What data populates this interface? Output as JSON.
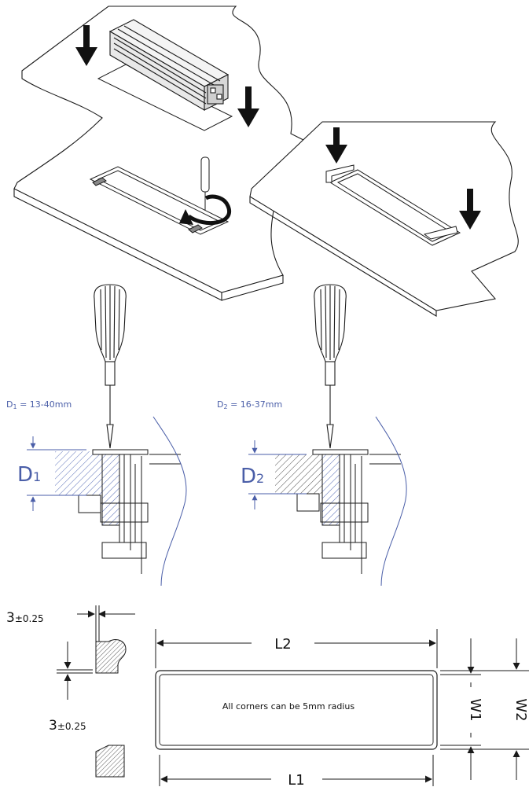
{
  "install_section": {
    "depth_left": {
      "prefix": "D",
      "sub": "1",
      "value": " = 13-40mm",
      "marker": "D",
      "marker_sub": "1"
    },
    "depth_right": {
      "prefix": "D",
      "sub": "2",
      "value": " = 16-37mm",
      "marker": "D",
      "marker_sub": "2"
    }
  },
  "dimensions": {
    "thickness_top": {
      "value": "3",
      "tolerance": "±0.25"
    },
    "thickness_bottom": {
      "value": "3",
      "tolerance": "±0.25"
    },
    "length_outer": "L2",
    "length_inner": "L1",
    "width_inner": "W1",
    "width_outer": "W2",
    "corner_note": "All corners can be 5mm radius"
  },
  "colors": {
    "line": "#1a1a1a",
    "dimension_blue": "#4a5ea8",
    "hatch_blue": "#5a6fb8"
  },
  "icons": [
    "down-arrow-icon",
    "screwdriver-icon",
    "rotate-arrow-icon"
  ]
}
